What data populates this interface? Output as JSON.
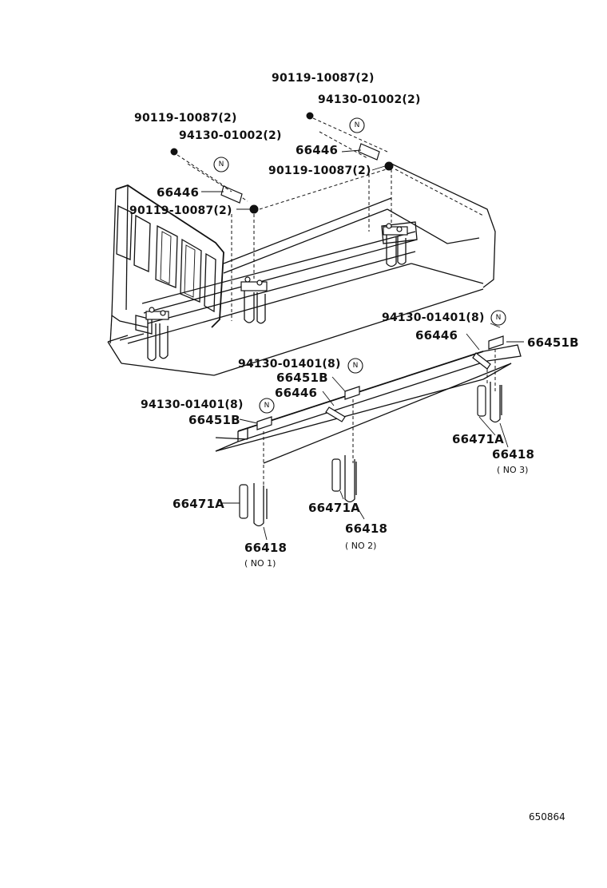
{
  "labels": {
    "bolt_top_right": "90119-10087(2)",
    "nut_top_right": "94130-01002(2)",
    "bolt_top_left": "90119-10087(2)",
    "nut_top_left": "94130-01002(2)",
    "plate_top_right": "66446",
    "bolt_mid_right": "90119-10087(2)",
    "plate_top_left": "66446",
    "bolt_mid_left": "90119-10087(2)",
    "nut_frame_right": "94130-01401(8)",
    "plate_frame_right": "66446",
    "seat_frame_right": "66451B",
    "nut_frame_center": "94130-01401(8)",
    "seat_frame_center": "66451B",
    "plate_frame_center": "66446",
    "nut_frame_left": "94130-01401(8)",
    "seat_frame_left": "66451B",
    "spacer_no3": "66471A",
    "bolt_no3": "66418",
    "spacer_no1": "66471A",
    "bolt_no1": "66418",
    "spacer_no2": "66471A",
    "bolt_no2": "66418"
  },
  "notes": {
    "no1": "( NO 1)",
    "no2": "( NO 2)",
    "no3": "( NO 3)"
  },
  "badge_text": "N",
  "ref_number": "650864"
}
